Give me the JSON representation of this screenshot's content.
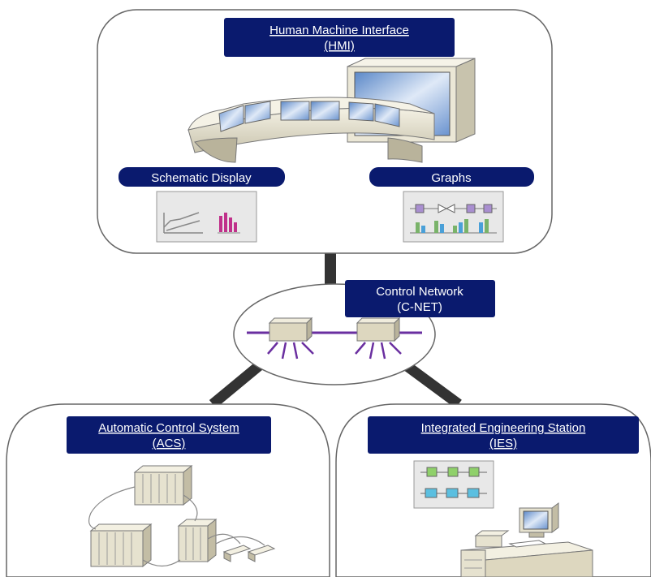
{
  "hmi": {
    "title_line1": "Human Machine Interface",
    "title_line2": "(HMI)",
    "schematic_label": "Schematic Display",
    "graphs_label": "Graphs"
  },
  "cnet": {
    "title_line1": "Control Network",
    "title_line2": "(C-NET)"
  },
  "acs": {
    "title_line1": "Automatic Control System",
    "title_line2": "(ACS)"
  },
  "ies": {
    "title_line1": "Integrated Engineering Station",
    "title_line2": "(IES)"
  },
  "colors": {
    "label_bg": "#0a1a6e",
    "panel_border": "#555555",
    "connector": "#333333",
    "network_line": "#6a2fa0"
  }
}
